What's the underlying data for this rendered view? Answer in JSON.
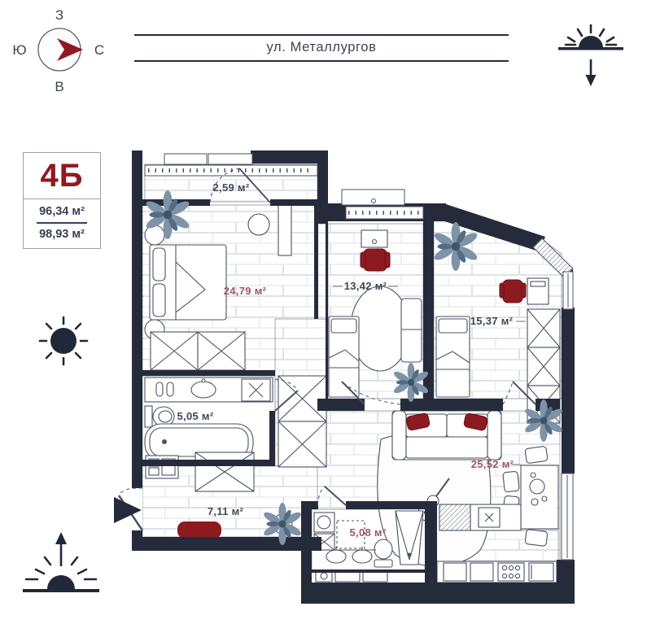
{
  "street": {
    "label": "ул. Металлургов"
  },
  "compass": {
    "top": "З",
    "left": "Ю",
    "right": "С",
    "bottom": "В"
  },
  "unit": {
    "code": "4Б",
    "area_living": "96,34 м²",
    "area_total": "98,93 м²"
  },
  "plan": {
    "rooms": [
      {
        "name": "balcony",
        "area": "2,59 м²",
        "accent": false
      },
      {
        "name": "bedroom",
        "area": "24,79 м²",
        "accent": true
      },
      {
        "name": "children-room",
        "area": "13,42 м²",
        "accent": false
      },
      {
        "name": "bedroom-2",
        "area": "15,37 м²",
        "accent": false
      },
      {
        "name": "bathroom",
        "area": "5,05 м²",
        "accent": false
      },
      {
        "name": "living-kitchen",
        "area": "25,52 м²",
        "accent": true
      },
      {
        "name": "hallway",
        "area": "7,11 м²",
        "accent": false
      },
      {
        "name": "shower-room",
        "area": "5,08 м²",
        "accent": true
      }
    ]
  },
  "icons": {
    "compass": "compass-rose",
    "top_right": "sunset-icon",
    "middle_left": "sun-icon",
    "bottom_left": "sunrise-icon",
    "entrance": "entrance-arrow-icon"
  },
  "colors": {
    "wall": "#262b3c",
    "accent_red": "#8e1a21",
    "label": "#414757",
    "label_accent": "#a2565f",
    "plant": "#7e93a8"
  }
}
